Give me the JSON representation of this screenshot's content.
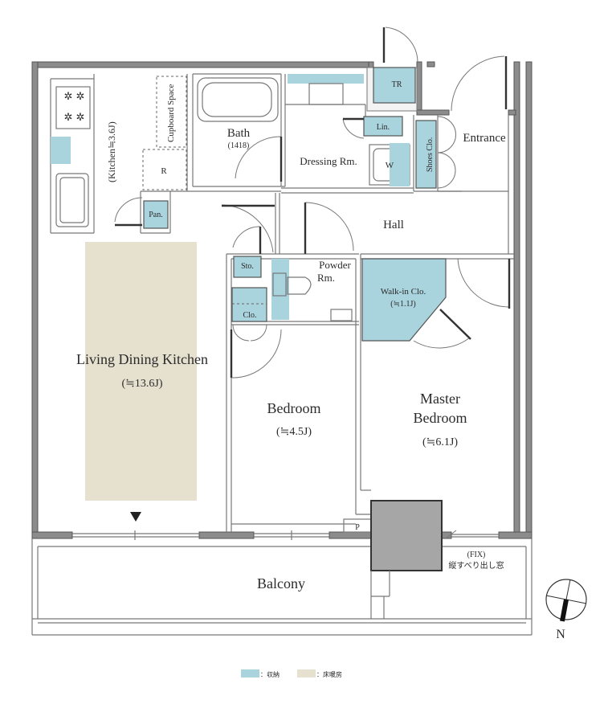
{
  "colors": {
    "storage": "#a9d3dd",
    "floor_heating": "#e6e0cf",
    "wall": "#8c8c8c",
    "unit": "#a6a6a6"
  },
  "rooms": {
    "ldk_name": "Living Dining Kitchen",
    "ldk_size": "(≒13.6J)",
    "kitchen": "(Kitchen≒3.6J)",
    "cupboard": "Cupboard Space",
    "fridge": "R",
    "pantry": "Pan.",
    "bath_name": "Bath",
    "bath_size": "(1418)",
    "dressing": "Dressing Rm.",
    "washer": "W",
    "linen": "Lin.",
    "toilet": "TR",
    "shoes": "Shoes Clo.",
    "entrance": "Entrance",
    "hall": "Hall",
    "storage": "Sto.",
    "powder_line1": "Powder",
    "powder_line2": "Rm.",
    "closet": "Clo.",
    "walkin_line1": "Walk-in Clo.",
    "walkin_size": "(≒1.1J)",
    "bedroom_name": "Bedroom",
    "bedroom_size": "(≒4.5J)",
    "master_line1": "Master",
    "master_line2": "Bedroom",
    "master_size": "(≒6.1J)",
    "pipe": "P",
    "fix_line1": "(FIX)",
    "fix_line2": "縦すべり出し窓",
    "balcony": "Balcony"
  },
  "compass": {
    "label": "N"
  },
  "legend": {
    "storage_label": "：収納",
    "floor_heating_label": "：床暖房"
  }
}
